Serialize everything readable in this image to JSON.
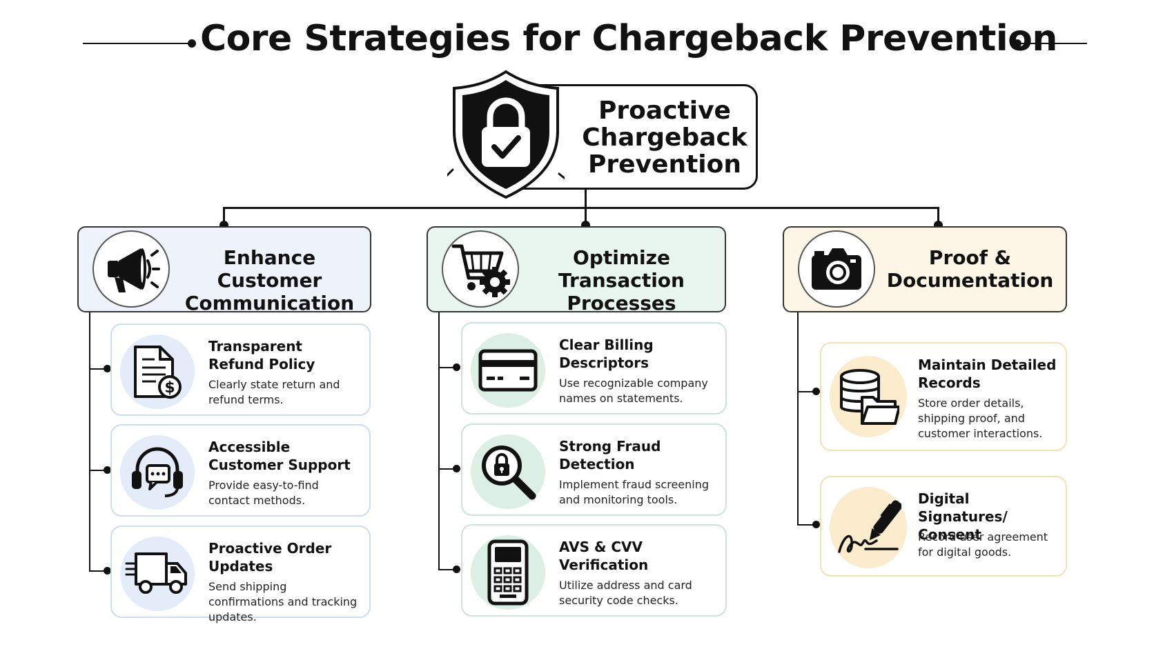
{
  "title": "Core Strategies for Chargeback Prevention",
  "root": {
    "label": "Proactive Chargeback Prevention",
    "icon": "shield-lock-check-icon"
  },
  "categories": [
    {
      "title": "Enhance Customer Communication",
      "icon": "megaphone-icon",
      "accent": "#eef3fb",
      "items": [
        {
          "title": "Transparent Refund Policy",
          "desc": "Clearly state return and refund terms.",
          "icon": "document-dollar-icon"
        },
        {
          "title": "Accessible Customer Support",
          "desc": "Provide easy-to-find contact methods.",
          "icon": "headset-chat-icon"
        },
        {
          "title": "Proactive Order Updates",
          "desc": "Send shipping confirmations and tracking updates.",
          "icon": "delivery-truck-icon"
        }
      ]
    },
    {
      "title": "Optimize Transaction Processes",
      "icon": "cart-gear-icon",
      "accent": "#e9f5ef",
      "items": [
        {
          "title": "Clear Billing Descriptors",
          "desc": "Use recognizable company names on statements.",
          "icon": "credit-card-icon"
        },
        {
          "title": "Strong Fraud Detection",
          "desc": "Implement fraud screening and monitoring tools.",
          "icon": "magnifier-lock-icon"
        },
        {
          "title": "AVS & CVV Verification",
          "desc": "Utilize address and card security code checks.",
          "icon": "card-terminal-icon"
        }
      ]
    },
    {
      "title": "Proof & Documentation",
      "icon": "camera-icon",
      "accent": "#fdf6e6",
      "items": [
        {
          "title": "Maintain Detailed Records",
          "desc": "Store order details, shipping proof, and customer interactions.",
          "icon": "database-folder-icon"
        },
        {
          "title": "Digital Signatures/ Consent",
          "desc": "Record user agreement for digital goods.",
          "icon": "pen-signature-icon"
        }
      ]
    }
  ]
}
